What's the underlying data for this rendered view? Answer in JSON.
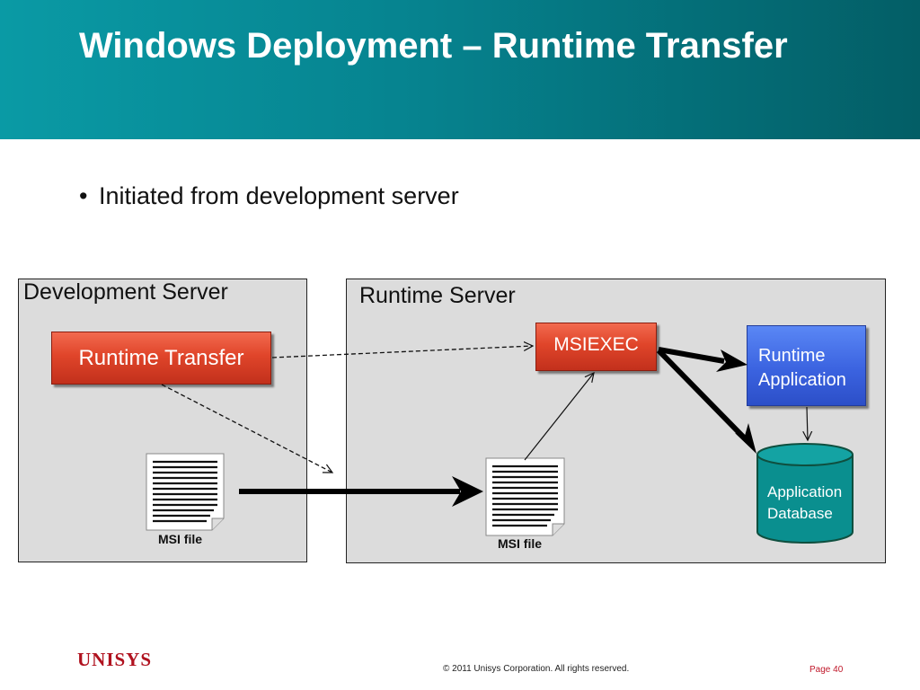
{
  "slide": {
    "title": "Windows Deployment – Runtime Transfer",
    "bullet": "Initiated from development server"
  },
  "diagram": {
    "dev_server": {
      "label": "Development Server",
      "runtime_transfer": "Runtime Transfer",
      "msi_file": "MSI file"
    },
    "runtime_server": {
      "label": "Runtime Server",
      "msiexec": "MSIEXEC",
      "runtime_application": [
        "Runtime",
        "Application"
      ],
      "application_database": [
        "Application",
        "Database"
      ],
      "msi_file": "MSI file"
    },
    "colors": {
      "header": "#06838f",
      "box_fill": "#dcdcdc",
      "process_red": "#e0452a",
      "app_blue": "#3b63e0",
      "db_teal": "#0a8f8f"
    }
  },
  "footer": {
    "logo": "UNISYS",
    "copyright": "© 2011 Unisys Corporation. All rights reserved.",
    "page": "Page 40"
  }
}
